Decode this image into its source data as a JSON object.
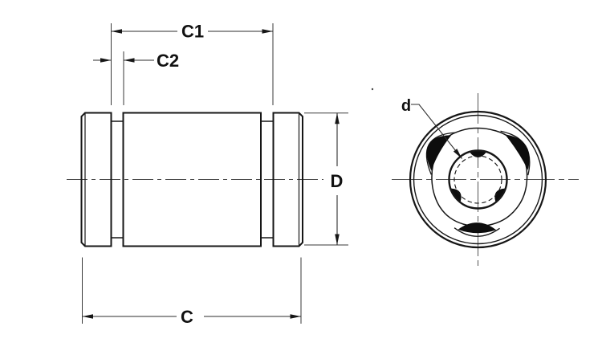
{
  "drawing": {
    "labels": {
      "dim_c1": "C1",
      "dim_c2": "C2",
      "dim_d_outer": "D",
      "dim_c_overall": "C",
      "dim_d_bore": "d"
    },
    "colors": {
      "line": "#161616",
      "centerline": "#4a4a4a",
      "background": "#ffffff"
    }
  }
}
